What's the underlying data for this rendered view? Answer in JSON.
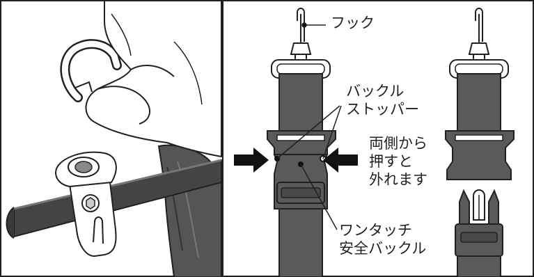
{
  "labels": {
    "hook": "フック",
    "buckle_stopper": [
      "バックル",
      "ストッパー"
    ],
    "release_hint": [
      "両側から",
      "押すと",
      "外れます"
    ],
    "one_touch_buckle": [
      "ワンタッチ",
      "安全バックル"
    ]
  },
  "colors": {
    "strap": "#5a5a5a",
    "outline": "#231f20",
    "arrow": "#111111",
    "background": "#ffffff"
  }
}
